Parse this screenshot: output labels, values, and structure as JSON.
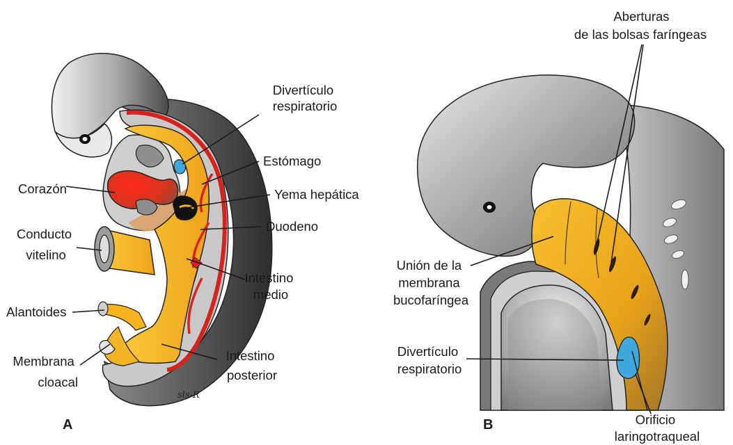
{
  "panel_a": {
    "letter": "A",
    "signature": "sls-R",
    "labels": {
      "diverticulo_respiratorio": [
        "Divertículo",
        "respiratorio"
      ],
      "estomago": [
        "Estómago"
      ],
      "corazon": [
        "Corazón"
      ],
      "yema_hepatica": [
        "Yema hepática"
      ],
      "conducto_vitelino": [
        "Conducto",
        "vitelino"
      ],
      "duodeno": [
        "Duodeno"
      ],
      "intestino_medio": [
        "Intestino",
        "medio"
      ],
      "alantoides": [
        "Alantoides"
      ],
      "membrana_cloacal": [
        "Membrana",
        "cloacal"
      ],
      "intestino_posterior": [
        "Intestino",
        "posterior"
      ]
    }
  },
  "panel_b": {
    "letter": "B",
    "labels": {
      "aberturas": [
        "Aberturas",
        "de las bolsas faríngeas"
      ],
      "union_membrana": [
        "Unión de la",
        "membrana",
        "bucofaríngea"
      ],
      "diverticulo_respiratorio": [
        "Divertículo",
        "respiratorio"
      ],
      "orificio": [
        "Orificio",
        "laringotraqueal"
      ]
    }
  },
  "colors": {
    "gut_yellow": "#f6b31c",
    "vessel_red": "#d8231c",
    "heart_red": "#e53a24",
    "respiratory_blue": "#3fa8dd",
    "liver_tan": "#d9a06a",
    "embryo_gray": "#9a9a9a"
  },
  "icons": [
    "eye-icon",
    "embryo-outline"
  ]
}
